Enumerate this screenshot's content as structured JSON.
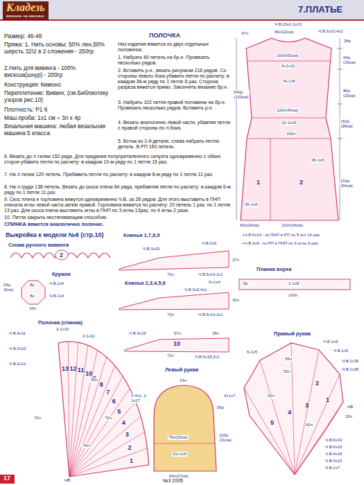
{
  "diagram": {
    "title": "7.ПЛАТЬЕ",
    "nodes": [
      {
        "text": [
          "Кладезь",
          "вязание на машине"
        ]
      },
      {
        "text": [
          "17"
        ]
      }
    ],
    "labels": [
      "Размер: 46-48",
      "Пряжа: 1. Нить основы: 50% лен,50% шерсть 32\\2 в 2 сложения - 250гр",
      "2.Нить для вивинга - 100% вискоза(шнур) - 200гр",
      "Конструкция: Кимоно",
      "Переплетение: Вивинг, (см.Библиотеку узоров рис.10)",
      "Плотность: Р1 6",
      "Маш.проба: 1х1 см = 3п х 4р",
      "Вязальная машина: любая вязальная машина 5 класса",
      "ПОЛОЧКА",
      "Низ изделия вяжется из двух отдельных половинок.",
      "1. Набрать 60 петель на бр.н. Провязать несколько рядов.",
      "2. Вставить р.н., вязать рисунком 216 рядов. Со стороны левого бока убавить петли по расчету: в каждом 36-м ряду по 1 петле 6 раз. Сторона разреза вяжется прямо. Закончить вязание бр.н.",
      "3. Набрать 102 петли правой половины на бр.н. Провязать несколько рядов. Вставить р.н.",
      "4. Вязать аналогично левой части, убавляя петли с правой стороны по л.бока.",
      "5. Встык ко 2-й детали, слева набрать петлю деталь. В РП 150 петель.",
      "6. Вязать до л.талии 152 ряда. Для придания полуприталенного силуэта одновременно с обеих сторон убавить петли по расчету: в каждом 10-м ряду по 1 петле 15 раз.",
      "7. На л.талии 120 петель. Прибавить петли по расчету: в каждом 8-м ряду по 1 петле 11 раз.",
      "8. На л.груди 138 петель. Вязать до скоса плеча 64 ряда, прибавляя петли по расчету: в каждом 6-м ряду по 1 петле 11 раз.",
      "9. Скос плеча и горловина вяжутся одновременно Ч.В. за 28 рядов. Для этого выставить в ПНП сначала иглы левой части,затем правой. Горловина вяжется по расчету: 20 петель 1 раз, по 1 петле 13 раз. Для скоса плеча выставить иглы в ПНП по 3 иглы 13раз, по 4 иглы 2 раза.",
      "10. Петли закрыть нестягивающим способом.",
      "СПИНКА вяжется аналогично полочке.",
      "Ч.В.20х1,1х13",
      "47п",
      "66п(22см)",
      "Ч.В.3х13,4х2",
      "28р",
      "64р (16см)",
      "80р (20см)",
      "152р (38см)",
      "216р (54см)",
      "540р (133см)",
      "160п(53см)",
      "6+1х11",
      "8+1х8",
      "120п(40см)",
      "10-1х15",
      "150п",
      "1",
      "2",
      "36-1х6",
      "36-1х6",
      "60п(20см)",
      "102п(34см)",
      "Выкройка к модели №6 (стр.10)",
      "Схема ручного вивинга",
      "2",
      "Кружок",
      "24р (6см)",
      "8р",
      "8р",
      "Ч.В.1х4",
      "Ч.В.1х4",
      "16п",
      "Клинья 1,7,8,9",
      "Ч.В.3х15",
      "Ч.В.3х9",
      "27п",
      "72п",
      "Ч.В.5х14,2х1",
      "+Ч.В.5х14 - из ПНП в РП по 5 игл 14 раз",
      "+Ч.В.3х9 - из РП в ПНП по 3 иглы 9 раз",
      "Клинья 2,3,4,5,6",
      "6+1х4",
      "Ч.В.3х9,4х1",
      "31п",
      "72п",
      "Ч.В.5х14,2х1",
      "Планка верха",
      "8р",
      "2-1х8",
      "100п",
      "Полочка (спинка)",
      "Ч.В.4х11",
      "2-1х10",
      "2-1х11",
      "Ч.В.3х10",
      "Ч.В.2х12",
      "13",
      "12",
      "11",
      "10",
      "9",
      "8",
      "7",
      "6",
      "5",
      "4",
      "3",
      "2",
      "1",
      "35п",
      "72п",
      "76п",
      "72п",
      "НВ",
      "Ч.В.3х19",
      "57п",
      "35п",
      "10",
      "72п",
      "Ч.В.5х18,2х1",
      "Левый рукав",
      "14п",
      "2-4х1, 2-1х27",
      "56р",
      "76п(32см)",
      "10+1х6",
      "120р (31см)",
      "64п(27см)",
      "Правый рукав",
      "Ч.В.1х9",
      "Ч.В.1х5",
      "6-1х5",
      "Ч.В.1х35",
      "Ч.В.1х35",
      "55п",
      "52п",
      "62п",
      "4+1х7",
      "НВ",
      "18п",
      "42п",
      "Ч.В.6х10",
      "Ч.В.6х10",
      "Ч.В.4х15",
      "Ч.В.4х15",
      "Ч.В.1х7",
      "1",
      "2",
      "3",
      "4",
      "5",
      "№3 2005"
    ]
  }
}
